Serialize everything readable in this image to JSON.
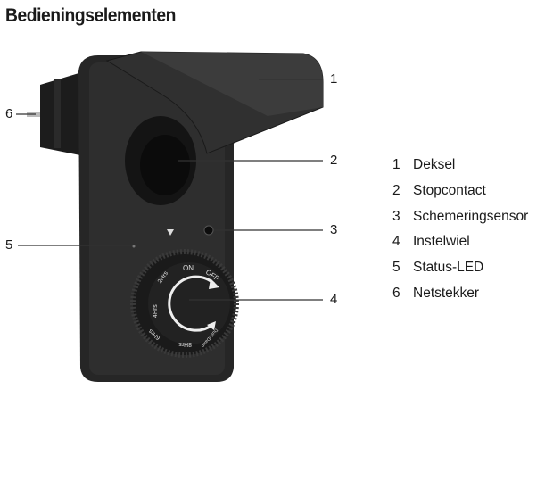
{
  "title": "Bedieningselementen",
  "callouts": [
    "1",
    "2",
    "3",
    "4",
    "5",
    "6"
  ],
  "legend": [
    {
      "num": "1",
      "label": "Deksel"
    },
    {
      "num": "2",
      "label": "Stopcontact"
    },
    {
      "num": "3",
      "label": "Schemeringsensor"
    },
    {
      "num": "4",
      "label": "Instelwiel"
    },
    {
      "num": "5",
      "label": "Status-LED"
    },
    {
      "num": "6",
      "label": "Netstekker"
    }
  ],
  "dial_labels": {
    "on": "ON",
    "off": "OFF",
    "h2": "2Hrs",
    "h4": "4Hrs",
    "h6": "6Hrs",
    "h8": "8Hrs",
    "dusk": "Dusk/Dawn"
  }
}
